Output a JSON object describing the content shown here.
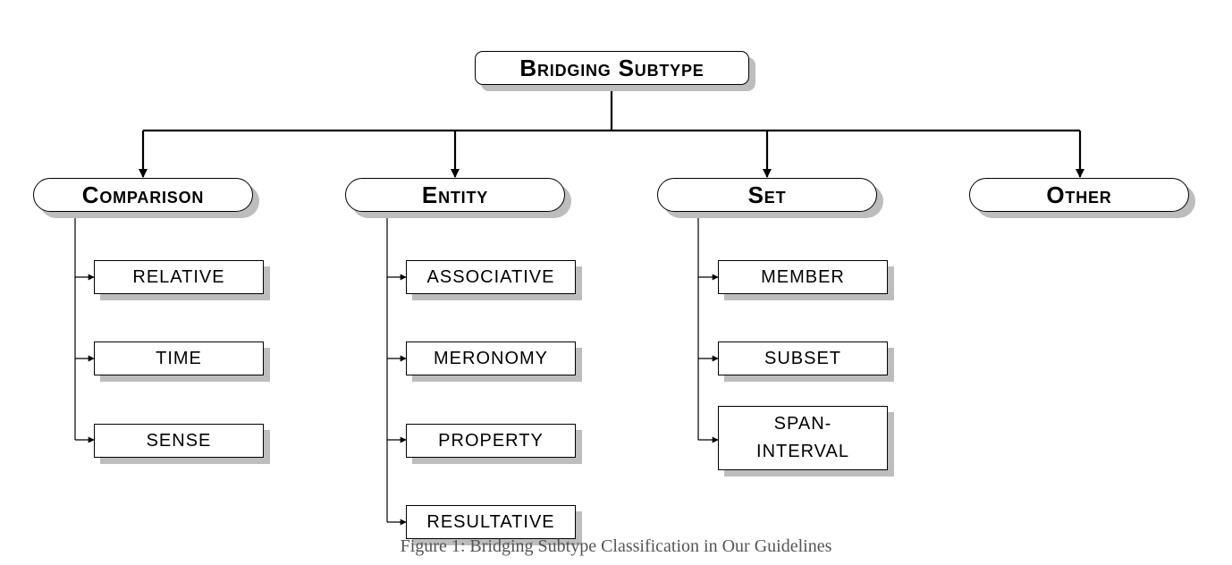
{
  "title": "Bridging Subtype",
  "categories": [
    {
      "label": "Comparison",
      "children": [
        "RELATIVE",
        "TIME",
        "SENSE"
      ]
    },
    {
      "label": "Entity",
      "children": [
        "ASSOCIATIVE",
        "MERONOMY",
        "PROPERTY",
        "RESULTATIVE"
      ]
    },
    {
      "label": "Set",
      "children": [
        "MEMBER",
        "SUBSET",
        "SPAN-\nINTERVAL"
      ]
    },
    {
      "label": "Other",
      "children": []
    }
  ],
  "caption": "Figure 1: Bridging Subtype Classification in Our Guidelines"
}
